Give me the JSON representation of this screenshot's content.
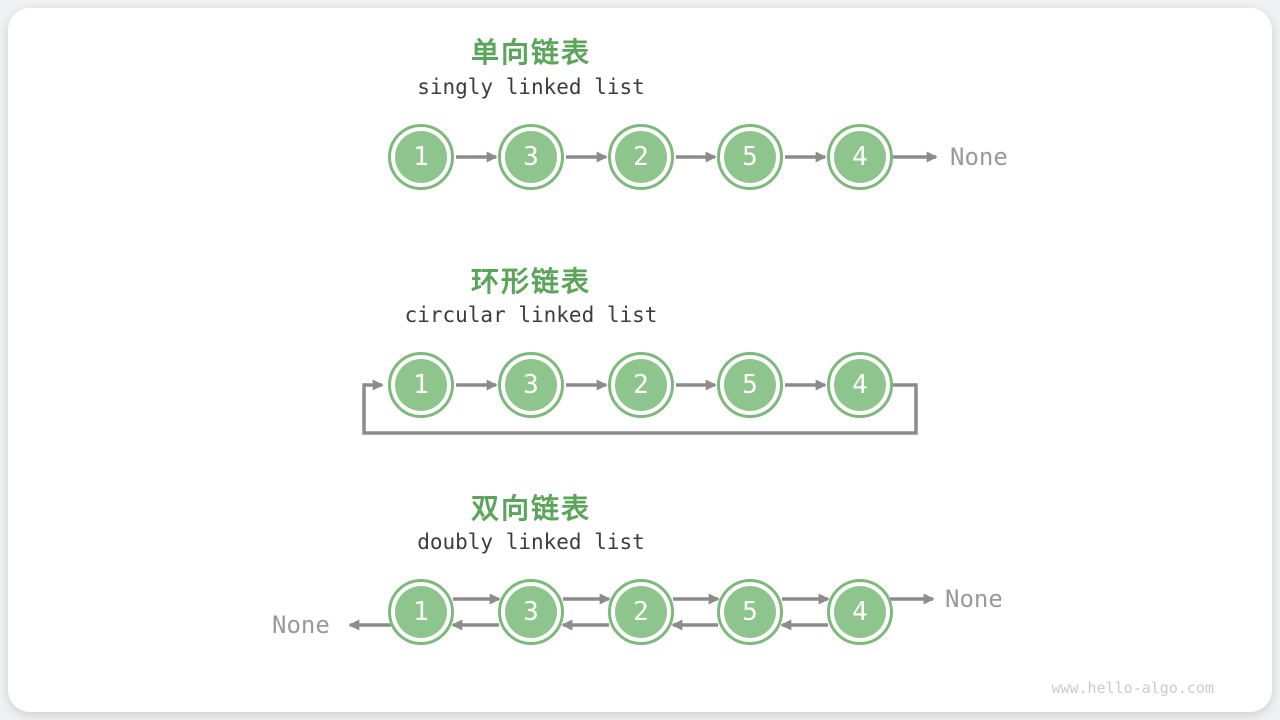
{
  "page": {
    "watermark": "www.hello-algo.com"
  },
  "colors": {
    "page_bg": "#eff1f2",
    "card_bg": "#ffffff",
    "title_green": "#5aa55a",
    "node_fill": "#8ec58c",
    "node_border": "#7fb87d",
    "arrow_gray": "#8c8c8c",
    "subtitle_text": "#3d3d3d",
    "none_text": "#9a9a9a",
    "watermark_text": "#cbcbcb"
  },
  "sections": [
    {
      "title": "单向链表",
      "subtitle": "singly linked list",
      "nodes": [
        "1",
        "3",
        "2",
        "5",
        "4"
      ],
      "tail_label": "None"
    },
    {
      "title": "环形链表",
      "subtitle": "circular linked list",
      "nodes": [
        "1",
        "3",
        "2",
        "5",
        "4"
      ]
    },
    {
      "title": "双向链表",
      "subtitle": "doubly linked list",
      "nodes": [
        "1",
        "3",
        "2",
        "5",
        "4"
      ],
      "head_label": "None",
      "tail_label": "None"
    }
  ]
}
